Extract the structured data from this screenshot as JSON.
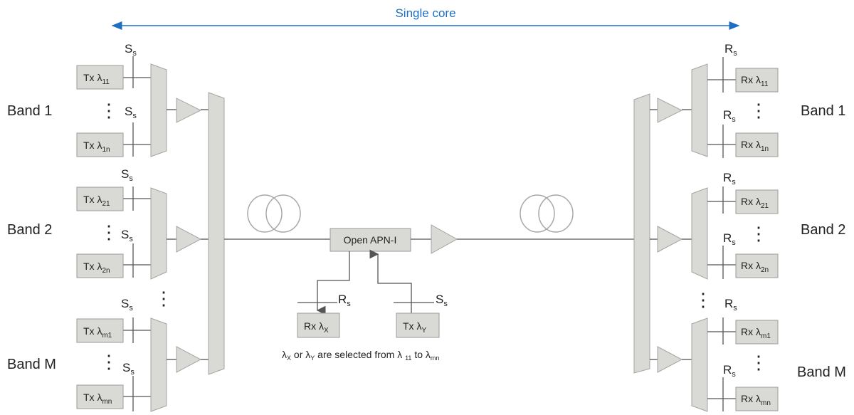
{
  "header": {
    "title": "Single core",
    "arrow_color": "#1f6fc0"
  },
  "bands_left": [
    "Band 1",
    "Band 2",
    "Band M"
  ],
  "bands_right": [
    "Band 1",
    "Band 2",
    "Band M"
  ],
  "transmitters": [
    {
      "main": "Tx λ",
      "sub": "11"
    },
    {
      "main": "Tx λ",
      "sub": "1n"
    },
    {
      "main": "Tx λ",
      "sub": "21"
    },
    {
      "main": "Tx λ",
      "sub": "2n"
    },
    {
      "main": "Tx λ",
      "sub": "m1"
    },
    {
      "main": "Tx λ",
      "sub": "mn"
    }
  ],
  "receivers": [
    {
      "main": "Rx λ",
      "sub": "11"
    },
    {
      "main": "Rx λ",
      "sub": "1n"
    },
    {
      "main": "Rx λ",
      "sub": "21"
    },
    {
      "main": "Rx λ",
      "sub": "2n"
    },
    {
      "main": "Rx λ",
      "sub": "m1"
    },
    {
      "main": "Rx λ",
      "sub": "mn"
    }
  ],
  "switch_labels": {
    "s_main": "S",
    "s_sub": "s",
    "r_main": "R",
    "r_sub": "s"
  },
  "ellipsis": "⋮",
  "center": {
    "node_label": "Open APN-I",
    "rx_main": "Rx λ",
    "rx_sub": "X",
    "tx_main": "Tx λ",
    "tx_sub": "Y",
    "note_parts": [
      "λ",
      "X",
      " or λ",
      "Y",
      "  are selected from λ ",
      "11",
      " to λ",
      "mn"
    ]
  },
  "colors": {
    "component_fill": "#d9d9d6",
    "component_stroke": "#a4a4a2",
    "fiber": "#a8a8a8",
    "wire": "#555555",
    "arrow": "#1f6fc0"
  }
}
